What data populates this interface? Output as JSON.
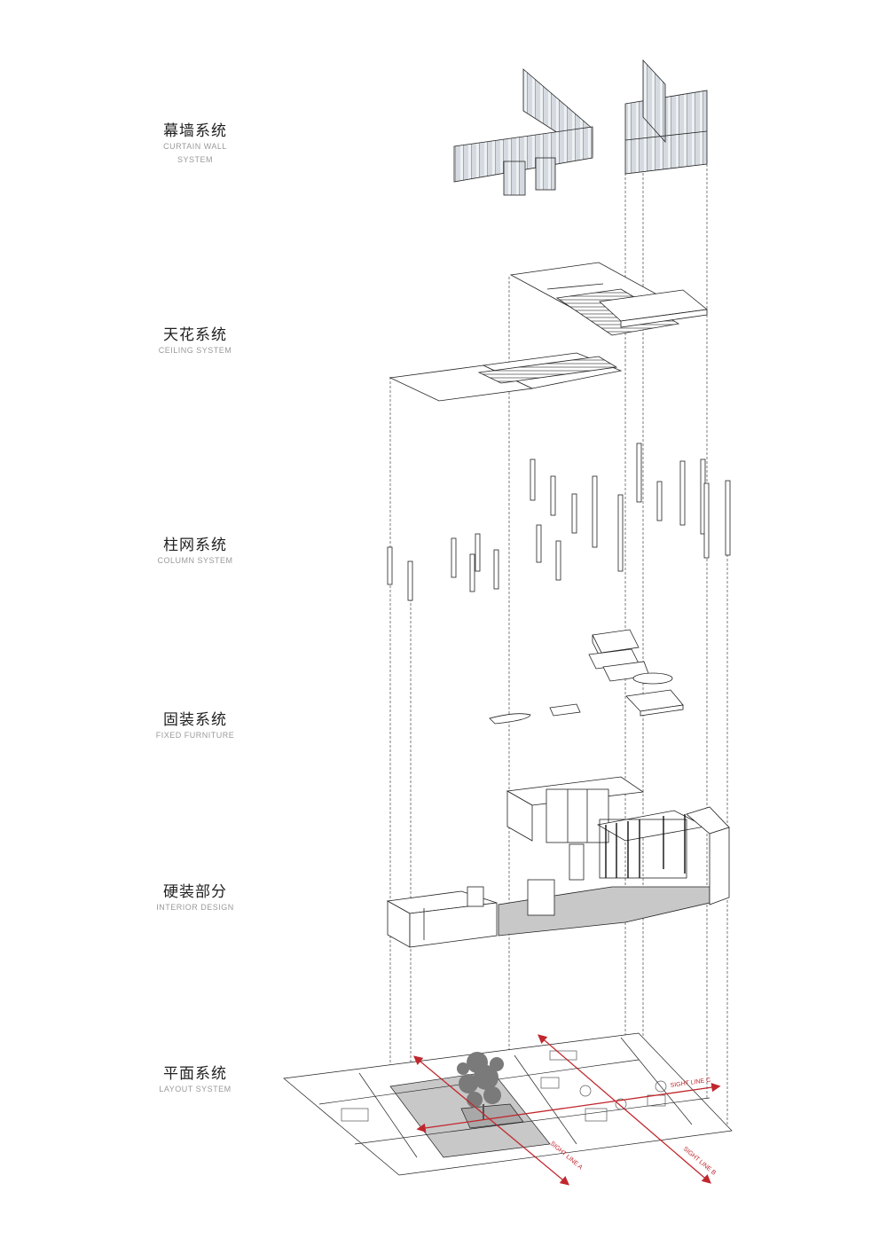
{
  "layers": [
    {
      "id": "curtain",
      "cn": "幕墙系统",
      "en": [
        "CURTAIN WALL",
        "SYSTEM"
      ]
    },
    {
      "id": "ceiling",
      "cn": "天花系统",
      "en": [
        "CEILING SYSTEM"
      ]
    },
    {
      "id": "column",
      "cn": "柱网系统",
      "en": [
        "COLUMN  SYSTEM"
      ]
    },
    {
      "id": "furniture",
      "cn": "固装系统",
      "en": [
        "FIXED FURNITURE"
      ]
    },
    {
      "id": "interior",
      "cn": "硬装部分",
      "en": [
        "INTERIOR DESIGN"
      ]
    },
    {
      "id": "layout",
      "cn": "平面系统",
      "en": [
        "LAYOUT SYSTEM"
      ]
    }
  ],
  "sight_lines": {
    "a": "SIGHT LINE A",
    "b": "SIGHT LINE B",
    "c": "SIGHT LINE C"
  },
  "colors": {
    "sight_line": "#c0272d",
    "glass": "#d9dde2",
    "floor_shade": "#c8c8c8",
    "line": "#222222"
  }
}
